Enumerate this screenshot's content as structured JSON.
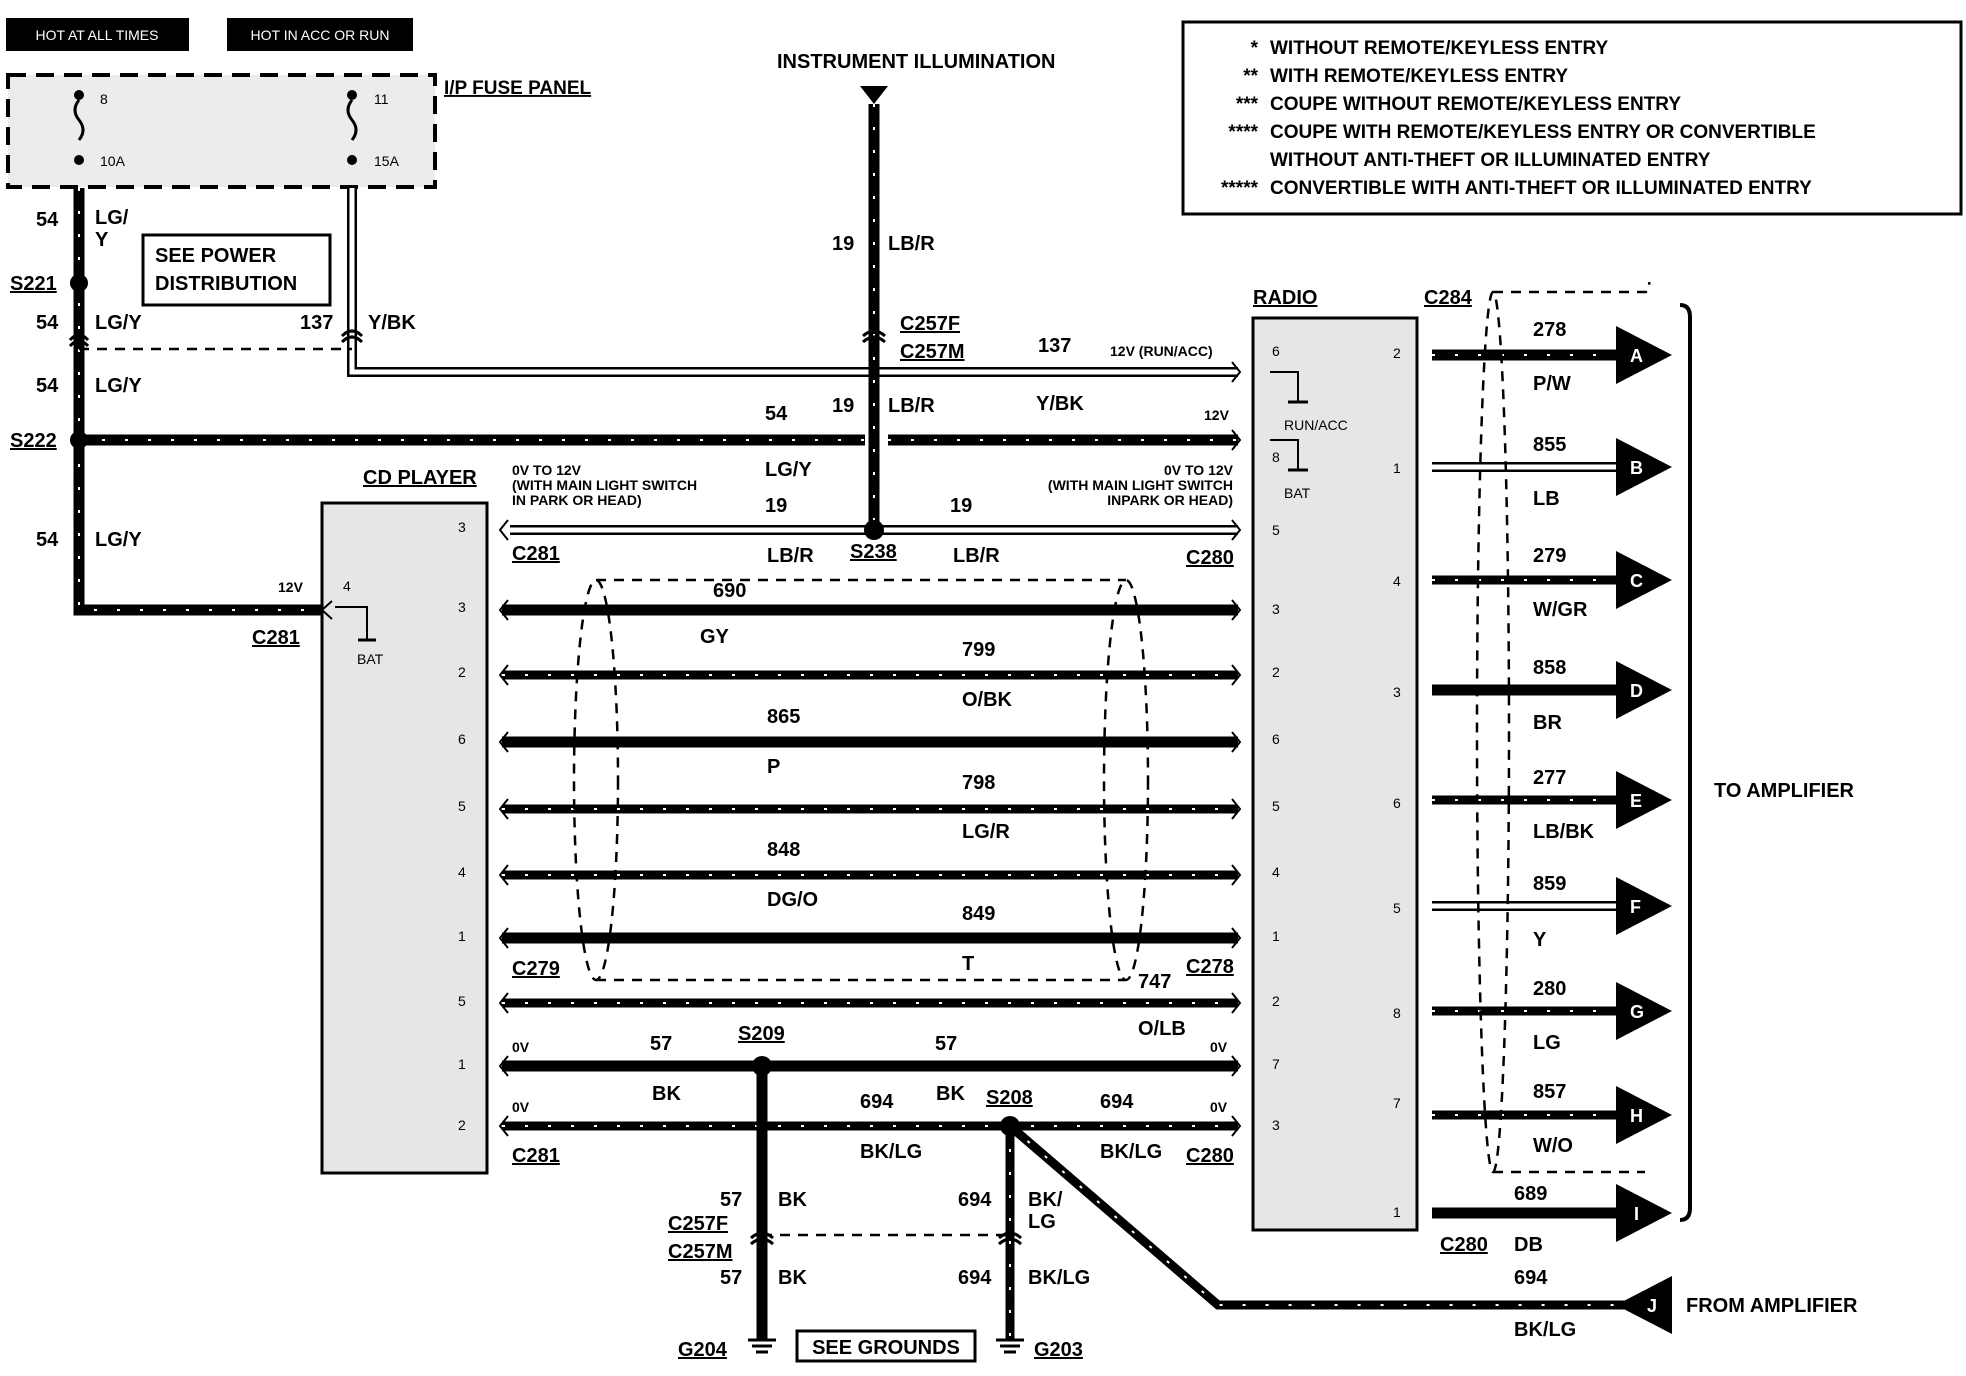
{
  "top": {
    "hot_at_all_times": "HOT AT ALL TIMES",
    "hot_in_acc_or_run": "HOT IN ACC OR RUN",
    "fuse_panel": "I/P FUSE PANEL",
    "fuse_8": "8",
    "fuse_8_amp": "10A",
    "fuse_11": "11",
    "fuse_11_amp": "15A",
    "instrument_illumination": "INSTRUMENT ILLUMINATION",
    "see_power": "SEE POWER",
    "distribution": "DISTRIBUTION"
  },
  "legend": [
    {
      "mark": "*",
      "text": "WITHOUT REMOTE/KEYLESS ENTRY"
    },
    {
      "mark": "**",
      "text": "WITH REMOTE/KEYLESS ENTRY"
    },
    {
      "mark": "***",
      "text": "COUPE WITHOUT REMOTE/KEYLESS ENTRY"
    },
    {
      "mark": "****",
      "text": "COUPE WITH REMOTE/KEYLESS ENTRY OR CONVERTIBLE"
    },
    {
      "mark": "",
      "text": "WITHOUT ANTI-THEFT OR ILLUMINATED ENTRY"
    },
    {
      "mark": "*****",
      "text": "CONVERTIBLE WITH ANTI-THEFT OR ILLUMINATED ENTRY"
    }
  ],
  "left": {
    "w54": "54",
    "lg_y_a": "LG/",
    "lg_y_b": "Y",
    "s221": "S221",
    "lgy": "LG/Y",
    "s222": "S222",
    "w137": "137",
    "y_bk": "Y/BK",
    "c281": "C281",
    "v12": "12V"
  },
  "center": {
    "w19": "19",
    "lb_r": "LB/R",
    "c257f": "C257F",
    "c257m": "C257M",
    "w137": "137",
    "run_acc_12v": "12V (RUN/ACC)",
    "y_bk": "Y/BK",
    "w54": "54",
    "lg_y": "LG/Y",
    "v12": "12V",
    "illum_left_1": "0V TO 12V",
    "illum_left_2": "(WITH MAIN LIGHT SWITCH",
    "illum_left_3": "IN PARK OR HEAD)",
    "illum_right_1": "0V TO 12V",
    "illum_right_2": "(WITH MAIN LIGHT SWITCH",
    "illum_right_3": "INPARK OR HEAD)",
    "s238": "S238",
    "c281": "C281",
    "c280": "C280",
    "c279": "C279",
    "c278": "C278",
    "cd_player": "CD PLAYER",
    "bat": "BAT",
    "pin4": "4"
  },
  "audio_wires": [
    {
      "num": "690",
      "color": "GY"
    },
    {
      "num": "799",
      "color": "O/BK"
    },
    {
      "num": "865",
      "color": "P"
    },
    {
      "num": "798",
      "color": "LG/R"
    },
    {
      "num": "848",
      "color": "DG/O"
    },
    {
      "num": "849",
      "color": "T"
    }
  ],
  "cd_pins": [
    "3",
    "3",
    "2",
    "6",
    "5",
    "4",
    "1",
    "5",
    "1",
    "2"
  ],
  "radio": {
    "label": "RADIO",
    "left_pins": [
      "6",
      "8",
      "5",
      "3",
      "2",
      "6",
      "5",
      "4",
      "1",
      "2",
      "7",
      "3"
    ],
    "right_pins": [
      "2",
      "1",
      "4",
      "3",
      "6",
      "5",
      "8",
      "7",
      "1"
    ],
    "run_acc": "RUN/ACC",
    "bat": "BAT"
  },
  "ground_section": {
    "w747": "747",
    "o_lb": "O/LB",
    "v0": "0V",
    "w57": "57",
    "s209": "S209",
    "bk": "BK",
    "w694": "694",
    "s208": "S208",
    "bk_lg": "BK/LG",
    "bk_lg_a": "BK/",
    "bk_lg_b": "LG",
    "c281": "C281",
    "c280": "C280",
    "c257f": "C257F",
    "c257m": "C257M",
    "g204": "G204",
    "g203": "G203",
    "see_grounds": "SEE GROUNDS"
  },
  "amp": {
    "c284": "C284",
    "c280": "C280",
    "to_amplifier": "TO AMPLIFIER",
    "from_amplifier": "FROM AMPLIFIER",
    "outputs": [
      {
        "letter": "A",
        "num": "278",
        "color": "P/W"
      },
      {
        "letter": "B",
        "num": "855",
        "color": "LB"
      },
      {
        "letter": "C",
        "num": "279",
        "color": "W/GR"
      },
      {
        "letter": "D",
        "num": "858",
        "color": "BR"
      },
      {
        "letter": "E",
        "num": "277",
        "color": "LB/BK"
      },
      {
        "letter": "F",
        "num": "859",
        "color": "Y"
      },
      {
        "letter": "G",
        "num": "280",
        "color": "LG"
      },
      {
        "letter": "H",
        "num": "857",
        "color": "W/O"
      },
      {
        "letter": "I",
        "num": "689",
        "color": "DB"
      },
      {
        "letter": "J",
        "num": "694",
        "color": "BK/LG"
      }
    ]
  }
}
